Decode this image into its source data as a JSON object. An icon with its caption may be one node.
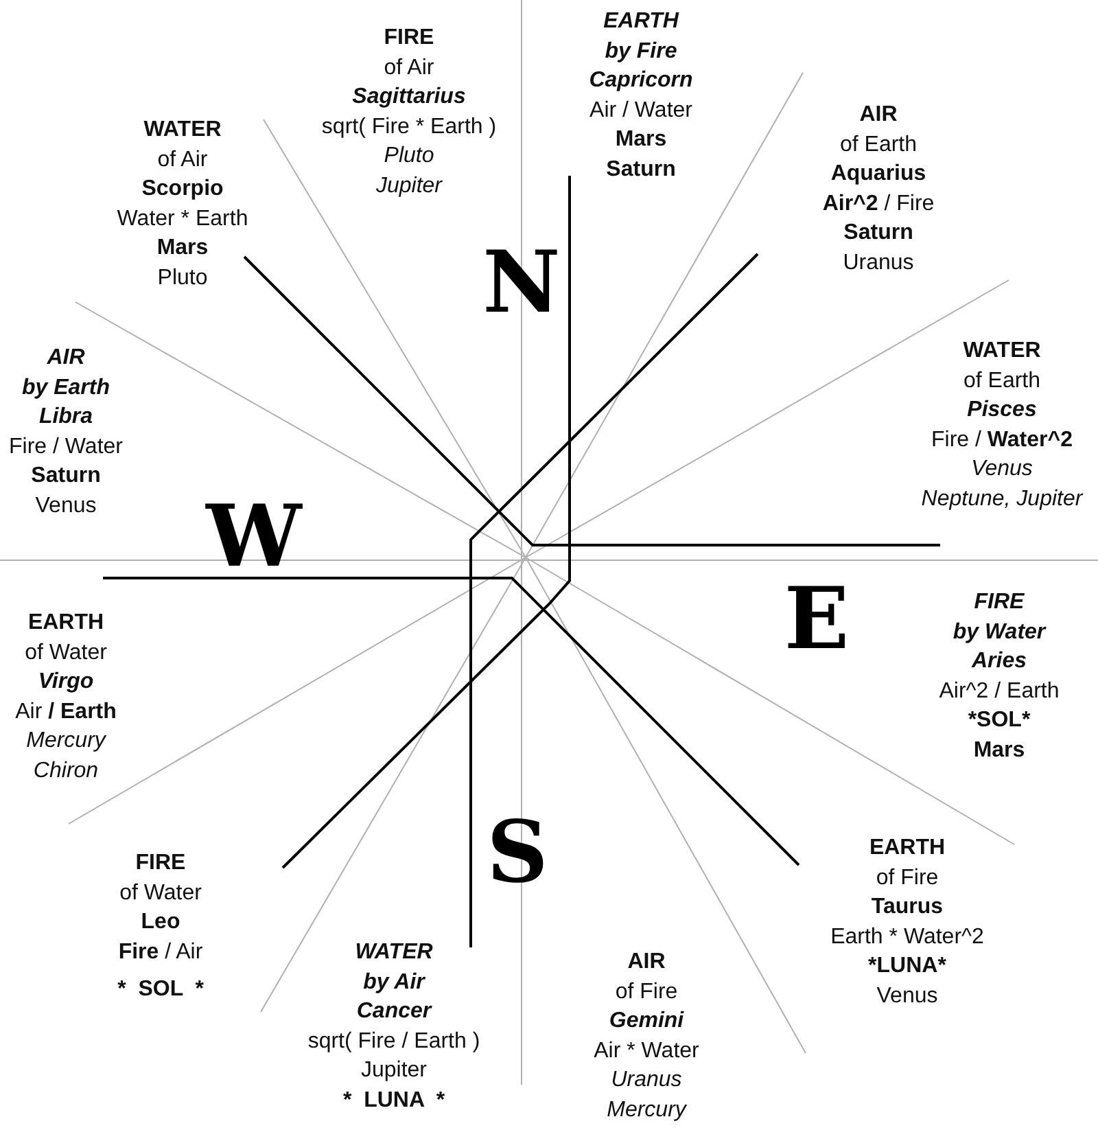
{
  "diagram": {
    "labels": [
      "FIRE",
      "of Air",
      "Sagittarius",
      "sqrt( Fire * Earth )",
      "Pluto",
      "Jupiter",
      "EARTH",
      "by Fire",
      "Capricorn",
      "Air / Water",
      "Mars",
      "Saturn",
      "WATER",
      "of Air",
      "Scorpio",
      "Water * Earth",
      "Mars",
      "Pluto",
      "AIR",
      "of Earth",
      "Aquarius",
      "**Air^2** / Fire",
      "Saturn",
      "Uranus",
      "N",
      "AIR",
      "by Earth",
      "Libra",
      "Fire / Water",
      "Saturn",
      "Venus",
      "WATER",
      "of Earth",
      "Pisces",
      "Fire / **Water^2**",
      "Venus",
      "Neptune, Jupiter",
      "W",
      "E",
      "EARTH",
      "of Water",
      "Virgo",
      "Air **/ Earth**",
      "Mercury",
      "Chiron",
      "FIRE",
      "by Water",
      "Aries",
      "Air^2 / Earth",
      "*SOL*",
      "Mars",
      "FIRE",
      "of Water",
      "Leo",
      "**Fire** / Air",
      "*  SOL  *",
      "S",
      "EARTH",
      "of Fire",
      "Taurus",
      "Earth * Water^2",
      "*LUNA*",
      "Venus",
      "WATER",
      "by Air",
      "Cancer",
      "sqrt( Fire / Earth )",
      "Jupiter",
      "*  LUNA  *",
      "AIR",
      "of Fire",
      "Gemini",
      "Air * Water",
      "Uranus",
      "Mercury"
    ]
  }
}
